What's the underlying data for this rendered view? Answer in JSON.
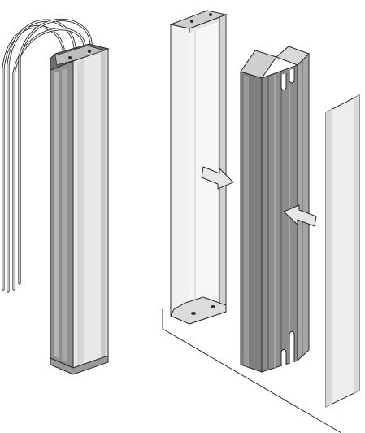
{
  "figure": {
    "kind": "exploded-assembly-illustration",
    "parts": [
      {
        "id": "assembled-column",
        "icon": "column-unit-with-cables"
      },
      {
        "id": "rear-housing",
        "icon": "open-channel-housing"
      },
      {
        "id": "inner-frame",
        "icon": "slotted-metal-frame"
      },
      {
        "id": "front-cover",
        "icon": "flat-cover-panel"
      }
    ],
    "arrows": [
      {
        "id": "insert-frame-arrow",
        "direction": "right-down"
      },
      {
        "id": "attach-cover-arrow",
        "direction": "left-up"
      }
    ],
    "colors": {
      "line": "#2a2a2a",
      "light_panel": "#ececec",
      "mid_panel": "#d4d4d4",
      "dark_panel": "#a3a3a3",
      "darker_panel": "#8a8a8a",
      "highlight": "#f7f7f7",
      "background": "#ffffff"
    }
  }
}
